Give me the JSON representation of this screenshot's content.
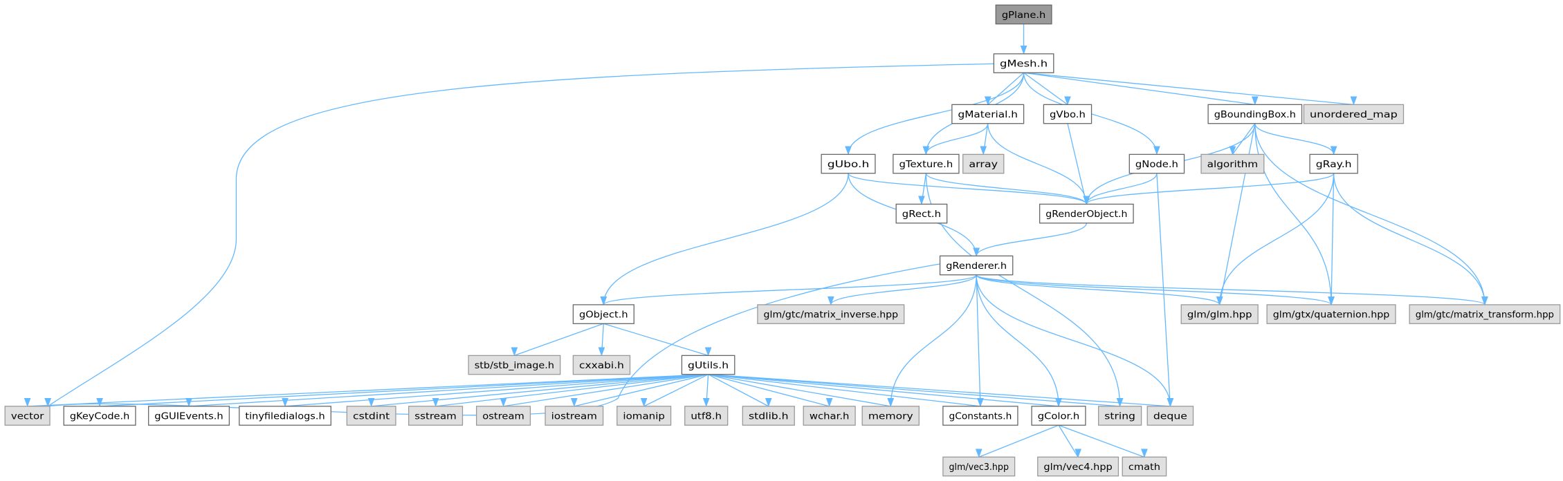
{
  "graph": {
    "type": "include-dependency-graph",
    "colors": {
      "edge": "#63b8ff",
      "box_border": "#666666",
      "external_fill": "#e0e0e0",
      "external_border": "#999999",
      "current_fill": "#999999",
      "local_fill": "#ffffff"
    },
    "nodes": [
      {
        "id": "gPlane",
        "label": "gPlane.h",
        "kind": "current"
      },
      {
        "id": "gMesh",
        "label": "gMesh.h",
        "kind": "local"
      },
      {
        "id": "gMaterial",
        "label": "gMaterial.h",
        "kind": "local"
      },
      {
        "id": "gVbo",
        "label": "gVbo.h",
        "kind": "local"
      },
      {
        "id": "gBoundingBox",
        "label": "gBoundingBox.h",
        "kind": "local"
      },
      {
        "id": "unordered_map",
        "label": "unordered_map",
        "kind": "external"
      },
      {
        "id": "gUbo",
        "label": "gUbo.h",
        "kind": "local"
      },
      {
        "id": "gTexture",
        "label": "gTexture.h",
        "kind": "local"
      },
      {
        "id": "array",
        "label": "array",
        "kind": "external"
      },
      {
        "id": "gNode",
        "label": "gNode.h",
        "kind": "local"
      },
      {
        "id": "algorithm",
        "label": "algorithm",
        "kind": "external"
      },
      {
        "id": "gRay",
        "label": "gRay.h",
        "kind": "local"
      },
      {
        "id": "gRect",
        "label": "gRect.h",
        "kind": "local"
      },
      {
        "id": "gRenderObject",
        "label": "gRenderObject.h",
        "kind": "local"
      },
      {
        "id": "gRenderer",
        "label": "gRenderer.h",
        "kind": "local"
      },
      {
        "id": "gObject",
        "label": "gObject.h",
        "kind": "local"
      },
      {
        "id": "matrix_inverse",
        "label": "glm/gtc/matrix_inverse.hpp",
        "kind": "external"
      },
      {
        "id": "glm",
        "label": "glm/glm.hpp",
        "kind": "external"
      },
      {
        "id": "quaternion",
        "label": "glm/gtx/quaternion.hpp",
        "kind": "external"
      },
      {
        "id": "matrix_transform",
        "label": "glm/gtc/matrix_transform.hpp",
        "kind": "external"
      },
      {
        "id": "stb_image",
        "label": "stb/stb_image.h",
        "kind": "external"
      },
      {
        "id": "cxxabi",
        "label": "cxxabi.h",
        "kind": "external"
      },
      {
        "id": "gUtils",
        "label": "gUtils.h",
        "kind": "local"
      },
      {
        "id": "vector",
        "label": "vector",
        "kind": "external"
      },
      {
        "id": "gKeyCode",
        "label": "gKeyCode.h",
        "kind": "local"
      },
      {
        "id": "gGUIEvents",
        "label": "gGUIEvents.h",
        "kind": "local"
      },
      {
        "id": "tinyfiledialogs",
        "label": "tinyfiledialogs.h",
        "kind": "local"
      },
      {
        "id": "cstdint",
        "label": "cstdint",
        "kind": "external"
      },
      {
        "id": "sstream",
        "label": "sstream",
        "kind": "external"
      },
      {
        "id": "ostream",
        "label": "ostream",
        "kind": "external"
      },
      {
        "id": "iostream",
        "label": "iostream",
        "kind": "external"
      },
      {
        "id": "iomanip",
        "label": "iomanip",
        "kind": "external"
      },
      {
        "id": "utf8",
        "label": "utf8.h",
        "kind": "external"
      },
      {
        "id": "stdlib",
        "label": "stdlib.h",
        "kind": "external"
      },
      {
        "id": "wchar",
        "label": "wchar.h",
        "kind": "external"
      },
      {
        "id": "memory",
        "label": "memory",
        "kind": "external"
      },
      {
        "id": "gConstants",
        "label": "gConstants.h",
        "kind": "local"
      },
      {
        "id": "gColor",
        "label": "gColor.h",
        "kind": "local"
      },
      {
        "id": "string",
        "label": "string",
        "kind": "external"
      },
      {
        "id": "deque",
        "label": "deque",
        "kind": "external"
      },
      {
        "id": "vec3",
        "label": "glm/vec3.hpp",
        "kind": "external"
      },
      {
        "id": "vec4",
        "label": "glm/vec4.hpp",
        "kind": "external"
      },
      {
        "id": "cmath",
        "label": "cmath",
        "kind": "external"
      }
    ],
    "edges": [
      [
        "gPlane",
        "gMesh"
      ],
      [
        "gMesh",
        "vector"
      ],
      [
        "gMesh",
        "gUbo"
      ],
      [
        "gMesh",
        "gTexture"
      ],
      [
        "gMesh",
        "gMaterial"
      ],
      [
        "gMesh",
        "gVbo"
      ],
      [
        "gMesh",
        "gNode"
      ],
      [
        "gMesh",
        "gBoundingBox"
      ],
      [
        "gMesh",
        "unordered_map"
      ],
      [
        "gMaterial",
        "gTexture"
      ],
      [
        "gMaterial",
        "array"
      ],
      [
        "gMaterial",
        "gRenderObject"
      ],
      [
        "gVbo",
        "gRenderObject"
      ],
      [
        "gBoundingBox",
        "gRenderObject"
      ],
      [
        "gBoundingBox",
        "algorithm"
      ],
      [
        "gBoundingBox",
        "glm"
      ],
      [
        "gBoundingBox",
        "gRay"
      ],
      [
        "gBoundingBox",
        "quaternion"
      ],
      [
        "gBoundingBox",
        "matrix_transform"
      ],
      [
        "gUbo",
        "gRenderObject"
      ],
      [
        "gUbo",
        "gRenderer"
      ],
      [
        "gUbo",
        "gObject"
      ],
      [
        "gTexture",
        "gRect"
      ],
      [
        "gTexture",
        "gRenderObject"
      ],
      [
        "gTexture",
        "string"
      ],
      [
        "gNode",
        "gRenderObject"
      ],
      [
        "gNode",
        "deque"
      ],
      [
        "gRay",
        "gRenderObject"
      ],
      [
        "gRay",
        "glm"
      ],
      [
        "gRay",
        "quaternion"
      ],
      [
        "gRay",
        "matrix_transform"
      ],
      [
        "gRenderObject",
        "gRenderer"
      ],
      [
        "gRenderer",
        "gObject"
      ],
      [
        "gRenderer",
        "vector"
      ],
      [
        "gRenderer",
        "matrix_inverse"
      ],
      [
        "gRenderer",
        "glm"
      ],
      [
        "gRenderer",
        "quaternion"
      ],
      [
        "gRenderer",
        "matrix_transform"
      ],
      [
        "gRenderer",
        "memory"
      ],
      [
        "gRenderer",
        "gConstants"
      ],
      [
        "gRenderer",
        "gColor"
      ],
      [
        "gRenderer",
        "deque"
      ],
      [
        "gObject",
        "stb_image"
      ],
      [
        "gObject",
        "cxxabi"
      ],
      [
        "gObject",
        "gUtils"
      ],
      [
        "gUtils",
        "vector"
      ],
      [
        "gUtils",
        "gKeyCode"
      ],
      [
        "gUtils",
        "gGUIEvents"
      ],
      [
        "gUtils",
        "tinyfiledialogs"
      ],
      [
        "gUtils",
        "cstdint"
      ],
      [
        "gUtils",
        "sstream"
      ],
      [
        "gUtils",
        "ostream"
      ],
      [
        "gUtils",
        "iostream"
      ],
      [
        "gUtils",
        "iomanip"
      ],
      [
        "gUtils",
        "utf8"
      ],
      [
        "gUtils",
        "stdlib"
      ],
      [
        "gUtils",
        "wchar"
      ],
      [
        "gUtils",
        "memory"
      ],
      [
        "gUtils",
        "gConstants"
      ],
      [
        "gUtils",
        "gColor"
      ],
      [
        "gUtils",
        "string"
      ],
      [
        "gUtils",
        "deque"
      ],
      [
        "gColor",
        "vec3"
      ],
      [
        "gColor",
        "vec4"
      ],
      [
        "gColor",
        "cmath"
      ]
    ]
  }
}
